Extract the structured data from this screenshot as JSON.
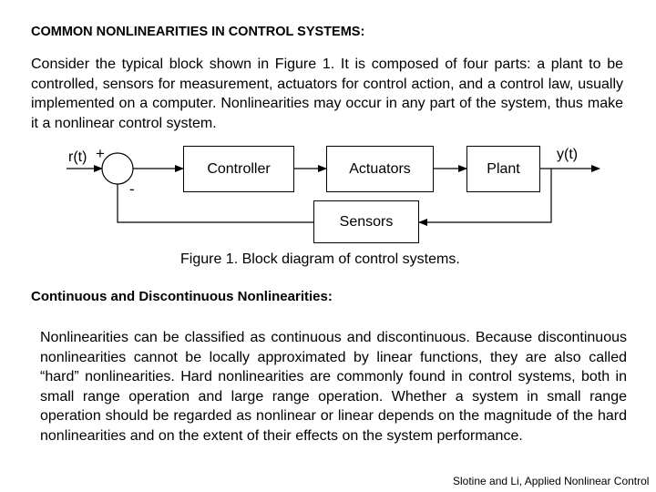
{
  "section1": {
    "heading": "COMMON NONLINEARITIES IN CONTROL SYSTEMS:",
    "paragraph": "Consider the typical block shown in Figure 1. It is composed of four parts: a plant to be controlled, sensors for measurement, actuators for control action, and a control law, usually implemented on a computer. Nonlinearities may occur in any part of the system, thus make it a nonlinear control system."
  },
  "diagram": {
    "input_label": "r(t)",
    "plus_sign": "+",
    "minus_sign": "-",
    "output_label": "y(t)",
    "blocks": {
      "controller": "Controller",
      "actuators": "Actuators",
      "plant": "Plant",
      "sensors": "Sensors"
    },
    "caption": "Figure 1. Block diagram of control systems."
  },
  "section2": {
    "heading": "Continuous and Discontinuous Nonlinearities:",
    "paragraph": "Nonlinearities can be classified as continuous and discontinuous. Because discontinuous nonlinearities cannot be locally approximated by linear functions, they are also called “hard” nonlinearities. Hard nonlinearities are commonly found in control systems, both in small range operation and large range operation. Whether a system in small range operation should be regarded as nonlinear or linear depends on the magnitude of the hard nonlinearities and on the extent of their effects on the system performance."
  },
  "footer": "Slotine and Li, Applied Nonlinear Control"
}
